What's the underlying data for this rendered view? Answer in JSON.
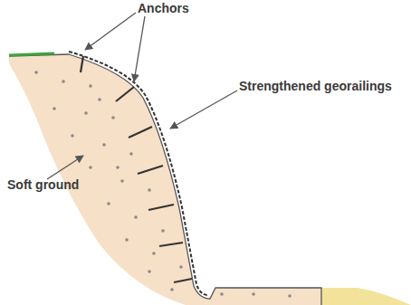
{
  "diagram": {
    "labels": [
      "Anchors",
      "Strengthened georailings",
      "Soft ground"
    ]
  }
}
